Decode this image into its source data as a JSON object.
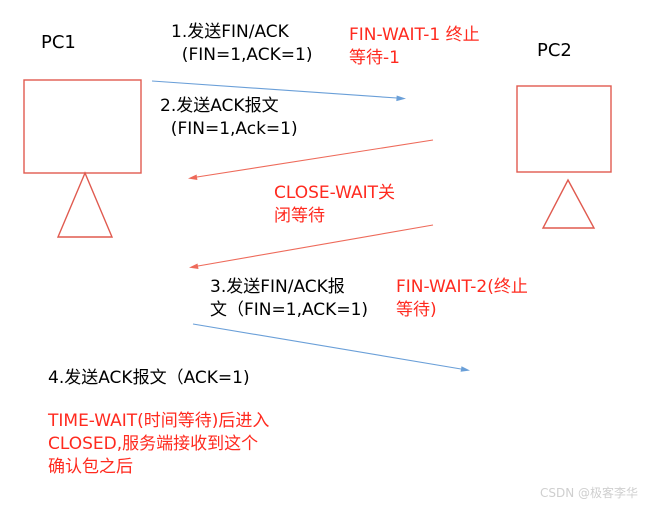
{
  "pc1": {
    "label": "PC1"
  },
  "pc2": {
    "label": "PC2"
  },
  "steps": {
    "step1": "1.发送FIN/ACK\n  (FIN=1,ACK=1)",
    "step2": "2.发送ACK报文\n  (FIN=1,Ack=1)",
    "step3": "3.发送FIN/ACK报\n文（FIN=1,ACK=1)",
    "step4": "4.发送ACK报文（ACK=1)"
  },
  "states": {
    "fin_wait_1": "FIN-WAIT-1 终止\n等待-1",
    "close_wait": "CLOSE-WAIT关\n闭等待",
    "fin_wait_2": "FIN-WAIT-2(终止\n等待)",
    "time_wait": "TIME-WAIT(时间等待)后进入\nCLOSED,服务端接收到这个\n确认包之后"
  },
  "watermark": "CSDN @极客李华",
  "colors": {
    "blue_arrow": "#6a9fd8",
    "red_arrow": "#ee6a5a",
    "red_text": "#ff2a1f"
  }
}
